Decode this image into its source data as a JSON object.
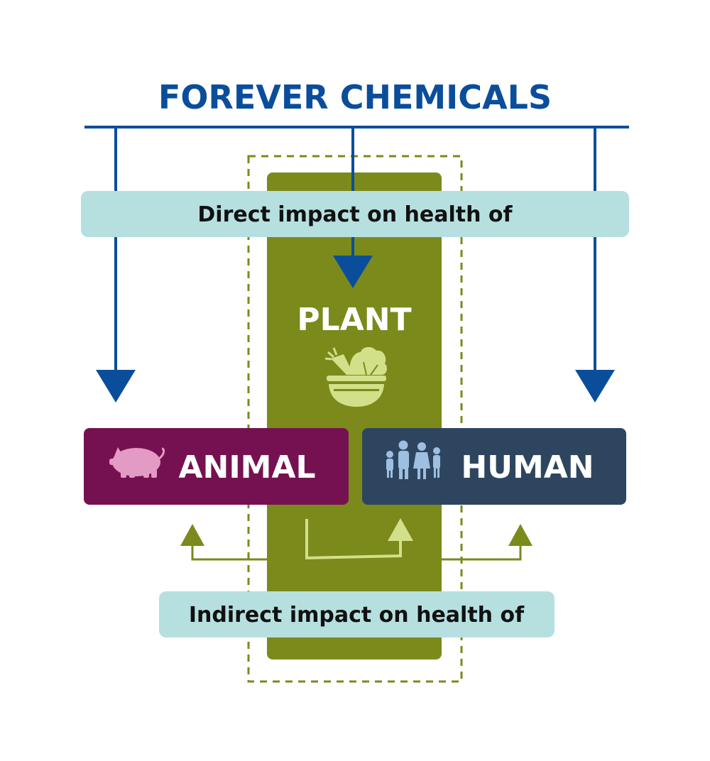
{
  "title": "FOREVER CHEMICALS",
  "direct_label": "Direct impact on health of",
  "indirect_label": "Indirect impact on health of",
  "nodes": {
    "plant": {
      "label": "PLANT",
      "icon": "salad-bowl-icon"
    },
    "animal": {
      "label": "ANIMAL",
      "icon": "pig-icon"
    },
    "human": {
      "label": "HUMAN",
      "icon": "family-icon"
    }
  },
  "colors": {
    "title": "#0a4e9b",
    "direct_arrows": "#0a4e9b",
    "label_bg": "#b6e0df",
    "plant_bg": "#7b8a1b",
    "plant_icon": "#d3e08a",
    "animal_bg": "#761151",
    "animal_icon": "#e39ac4",
    "human_bg": "#2e4560",
    "human_icon": "#9fbfe1",
    "indirect_arrows": "#7b8a1b",
    "inner_arrow": "#d3e08a"
  }
}
